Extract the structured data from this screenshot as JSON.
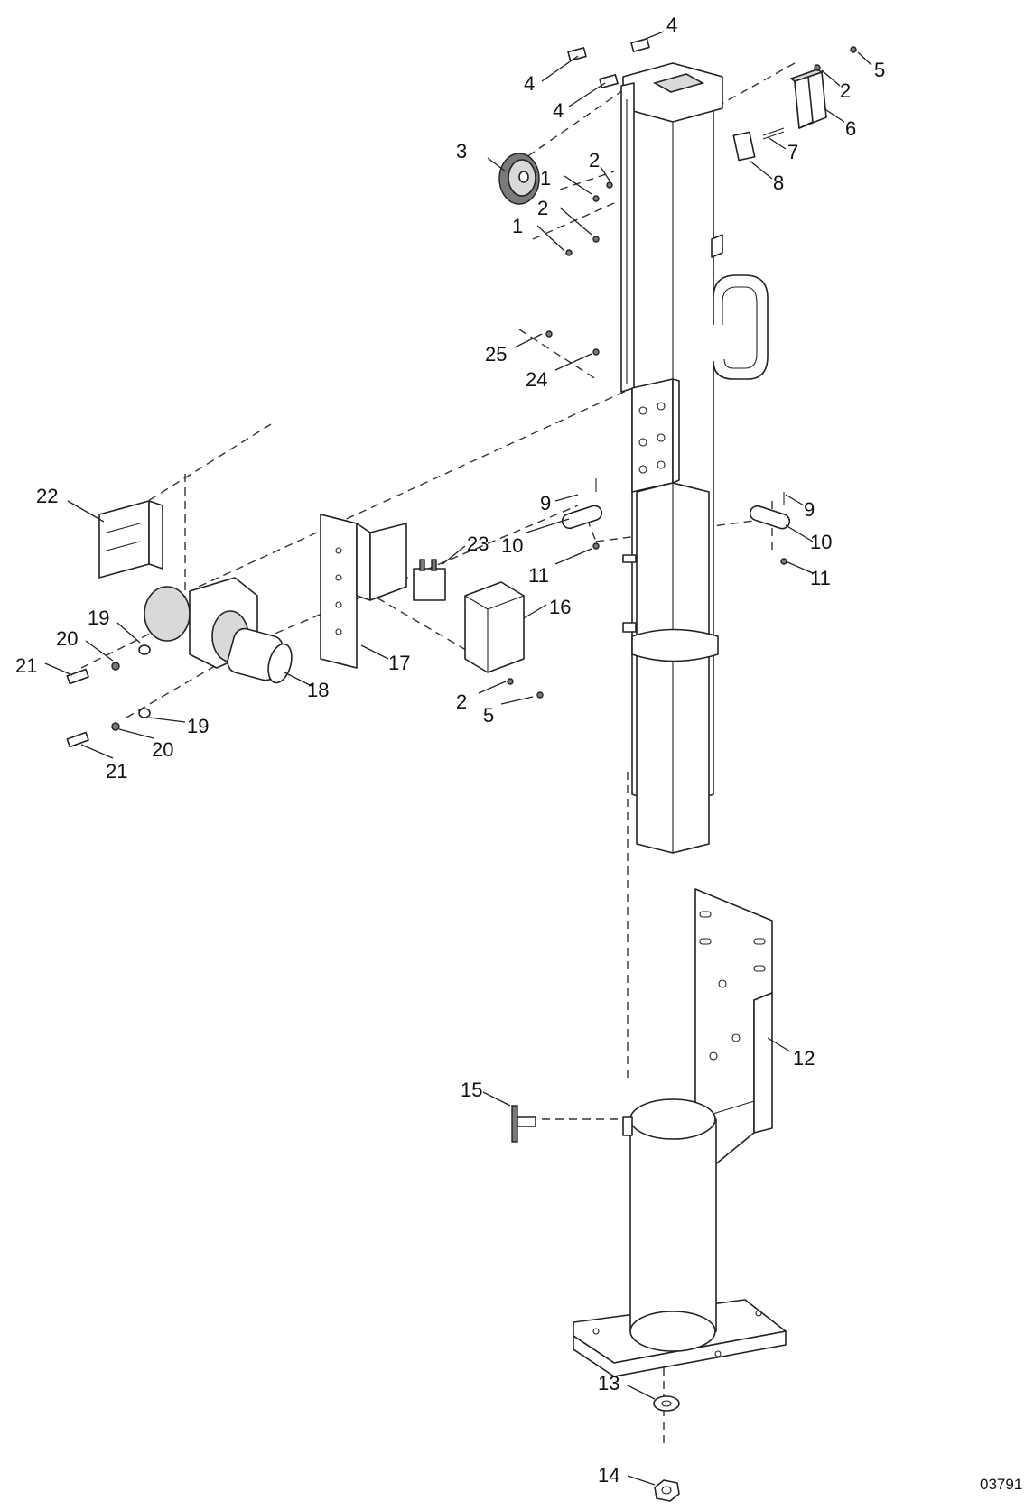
{
  "drawing_number": "03791",
  "callouts": [
    {
      "id": "c4a",
      "label": "4"
    },
    {
      "id": "c4b",
      "label": "4"
    },
    {
      "id": "c4c",
      "label": "4"
    },
    {
      "id": "c5a",
      "label": "5"
    },
    {
      "id": "c2a",
      "label": "2"
    },
    {
      "id": "c6",
      "label": "6"
    },
    {
      "id": "c7",
      "label": "7"
    },
    {
      "id": "c8",
      "label": "8"
    },
    {
      "id": "c3",
      "label": "3"
    },
    {
      "id": "c2b",
      "label": "2"
    },
    {
      "id": "c1a",
      "label": "1"
    },
    {
      "id": "c2c",
      "label": "2"
    },
    {
      "id": "c1b",
      "label": "1"
    },
    {
      "id": "c25",
      "label": "25"
    },
    {
      "id": "c24",
      "label": "24"
    },
    {
      "id": "c22",
      "label": "22"
    },
    {
      "id": "c9a",
      "label": "9"
    },
    {
      "id": "c10a",
      "label": "10"
    },
    {
      "id": "c11a",
      "label": "11"
    },
    {
      "id": "c9b",
      "label": "9"
    },
    {
      "id": "c10b",
      "label": "10"
    },
    {
      "id": "c11b",
      "label": "11"
    },
    {
      "id": "c23",
      "label": "23"
    },
    {
      "id": "c16",
      "label": "16"
    },
    {
      "id": "c19a",
      "label": "19"
    },
    {
      "id": "c20a",
      "label": "20"
    },
    {
      "id": "c21a",
      "label": "21"
    },
    {
      "id": "c17",
      "label": "17"
    },
    {
      "id": "c18",
      "label": "18"
    },
    {
      "id": "c2d",
      "label": "2"
    },
    {
      "id": "c5b",
      "label": "5"
    },
    {
      "id": "c19b",
      "label": "19"
    },
    {
      "id": "c20b",
      "label": "20"
    },
    {
      "id": "c21b",
      "label": "21"
    },
    {
      "id": "c12",
      "label": "12"
    },
    {
      "id": "c15",
      "label": "15"
    },
    {
      "id": "c13",
      "label": "13"
    },
    {
      "id": "c14",
      "label": "14"
    }
  ]
}
